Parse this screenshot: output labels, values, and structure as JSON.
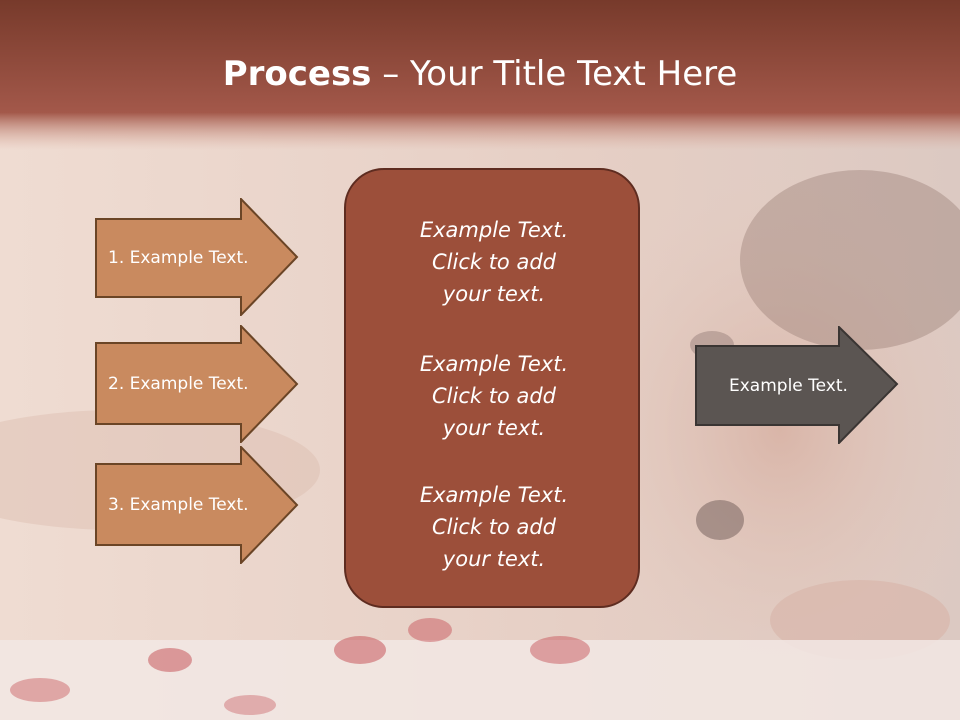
{
  "slide": {
    "title_bold": "Process",
    "title_rest": " – Your Title Text Here"
  },
  "left_arrows": [
    {
      "label": "1. Example Text."
    },
    {
      "label": "2. Example Text."
    },
    {
      "label": "3. Example Text."
    }
  ],
  "center_box": {
    "items": [
      {
        "line1": "Example Text.",
        "line2": "Click  to add",
        "line3": "your text."
      },
      {
        "line1": "Example Text.",
        "line2": "Click  to add",
        "line3": "your text."
      },
      {
        "line1": "Example Text.",
        "line2": "Click  to add",
        "line3": "your text."
      }
    ]
  },
  "right_arrow": {
    "label": "Example Text."
  },
  "colors": {
    "title_bar": "#7a3a2c",
    "left_arrow_fill": "#c98a5f",
    "left_arrow_border": "#6b4526",
    "center_fill": "#9c4f3a",
    "right_arrow_fill": "#5b5552"
  }
}
